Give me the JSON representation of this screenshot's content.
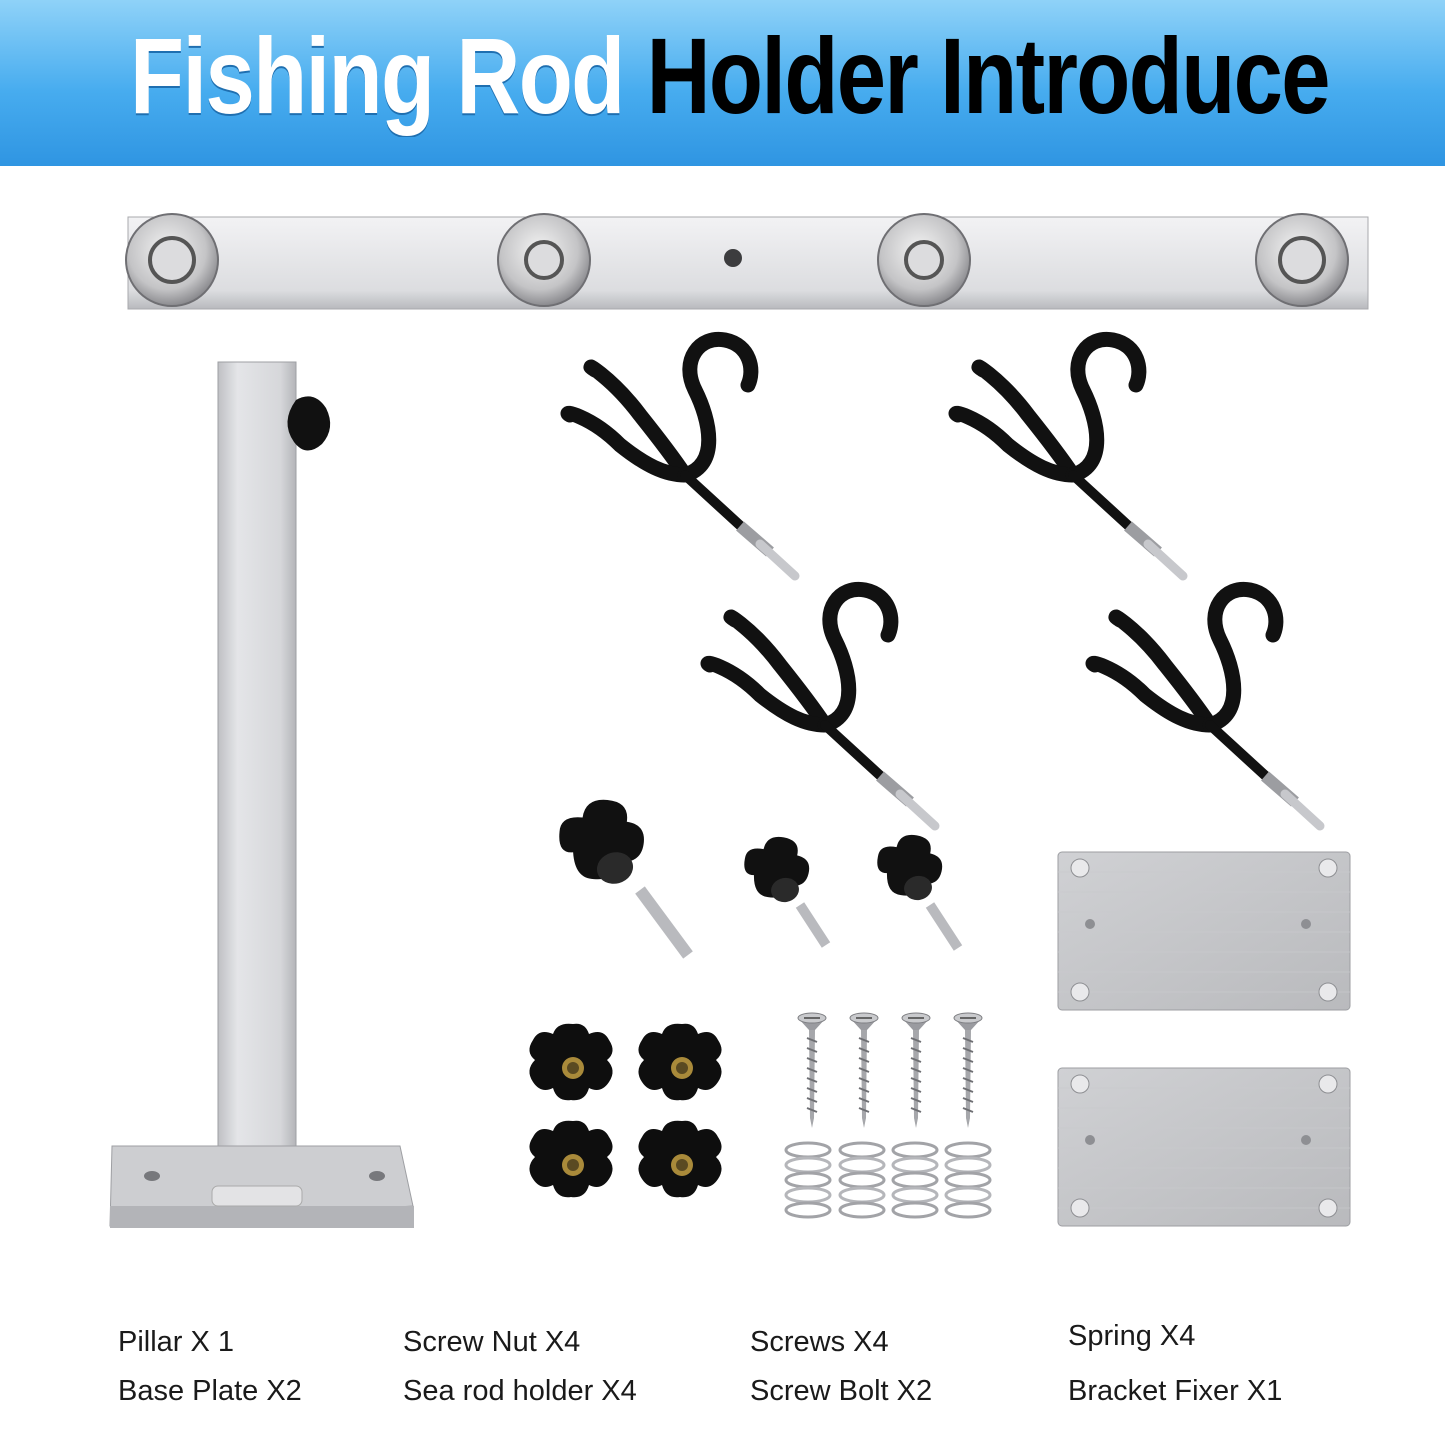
{
  "header": {
    "title_white": "Fishing Rod",
    "title_black": "Holder Introduce"
  },
  "captions": [
    {
      "line1": "Pillar X 1",
      "line2": "Base Plate X2"
    },
    {
      "line1": "Screw Nut X4",
      "line2": "Sea rod holder X4"
    },
    {
      "line1": "Screws X4",
      "line2": "Screw Bolt X2"
    },
    {
      "line1": "Spring X4",
      "line2": "Bracket Fixer X1"
    }
  ],
  "colors": {
    "banner_top": "#8fd2f8",
    "banner_bottom": "#2f95e2",
    "metal": "#d9d9db",
    "rubber": "#111111"
  }
}
